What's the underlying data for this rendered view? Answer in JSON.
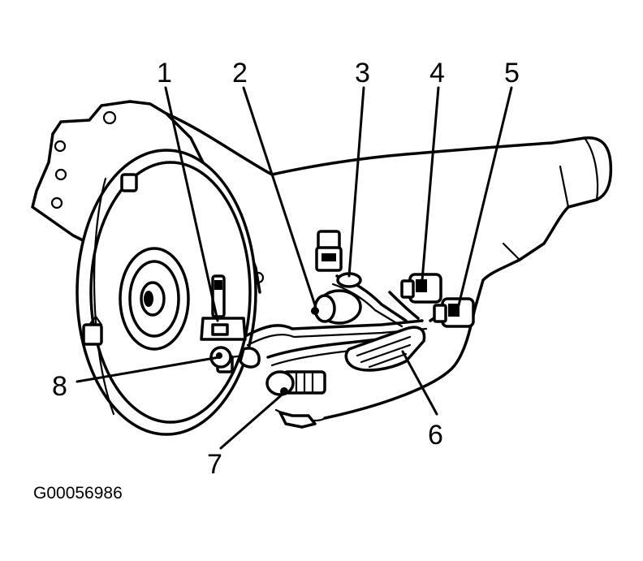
{
  "callouts": {
    "c1": "1",
    "c2": "2",
    "c3": "3",
    "c4": "4",
    "c5": "5",
    "c6": "6",
    "c7": "7",
    "c8": "8"
  },
  "figure_id": "G00056986"
}
